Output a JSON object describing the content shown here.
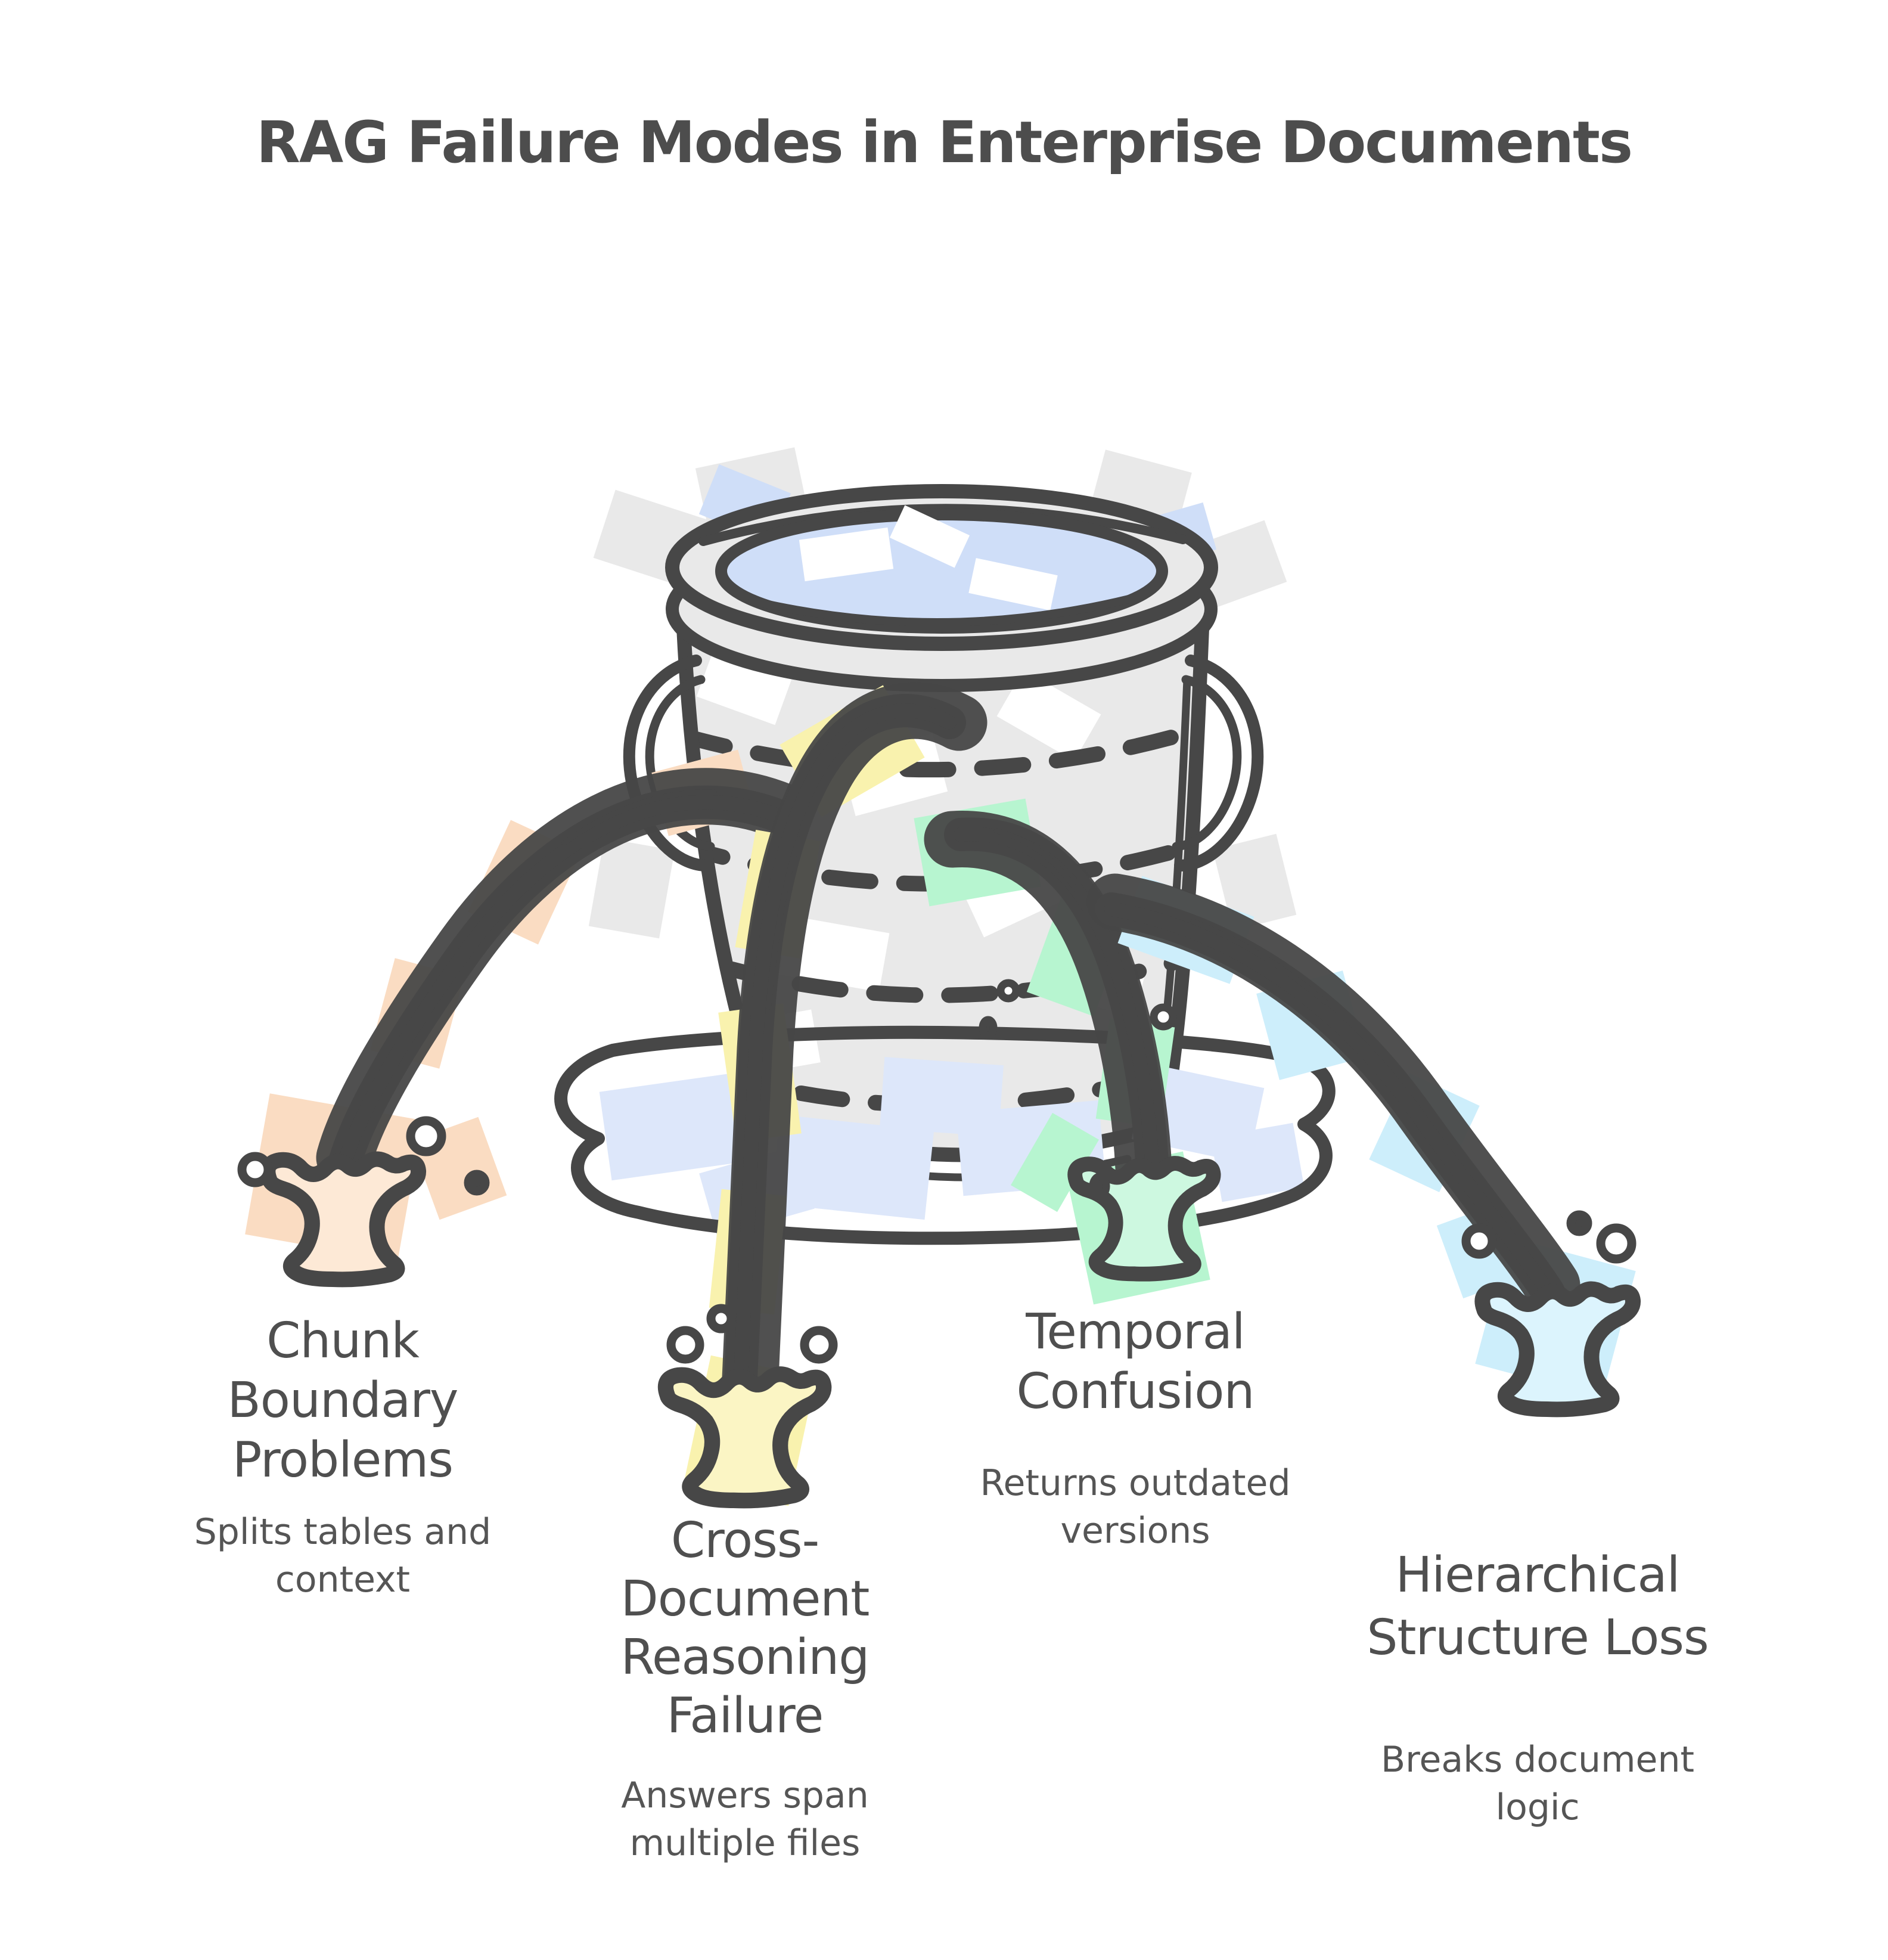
{
  "title": "RAG Failure Modes in Enterprise Documents",
  "colors": {
    "ink": "#474747",
    "text": "#4f4f4f",
    "bucket_fill": "#e9e9e9",
    "water": "#cfdef8",
    "puddle_patch": "#dde7fa",
    "chunk_boundary": "#fadcc2",
    "cross_document": "#f9f2ae",
    "temporal": "#b7f5d0",
    "hierarchical": "#cdeefb"
  },
  "failures": [
    {
      "id": "chunk-boundary",
      "title_lines": [
        "Chunk",
        "Boundary",
        "Problems"
      ],
      "subtitle_lines": [
        "Splits tables and",
        "context"
      ]
    },
    {
      "id": "cross-document",
      "title_lines": [
        "Cross-",
        "Document",
        "Reasoning",
        "Failure"
      ],
      "subtitle_lines": [
        "Answers span",
        "multiple files"
      ]
    },
    {
      "id": "temporal-confusion",
      "title_lines": [
        "Temporal",
        "Confusion"
      ],
      "subtitle_lines": [
        "Returns outdated",
        "versions"
      ]
    },
    {
      "id": "hierarchical-structure-loss",
      "title_lines": [
        "Hierarchical",
        "Structure Loss"
      ],
      "subtitle_lines": [
        "Breaks document",
        "logic"
      ]
    }
  ]
}
